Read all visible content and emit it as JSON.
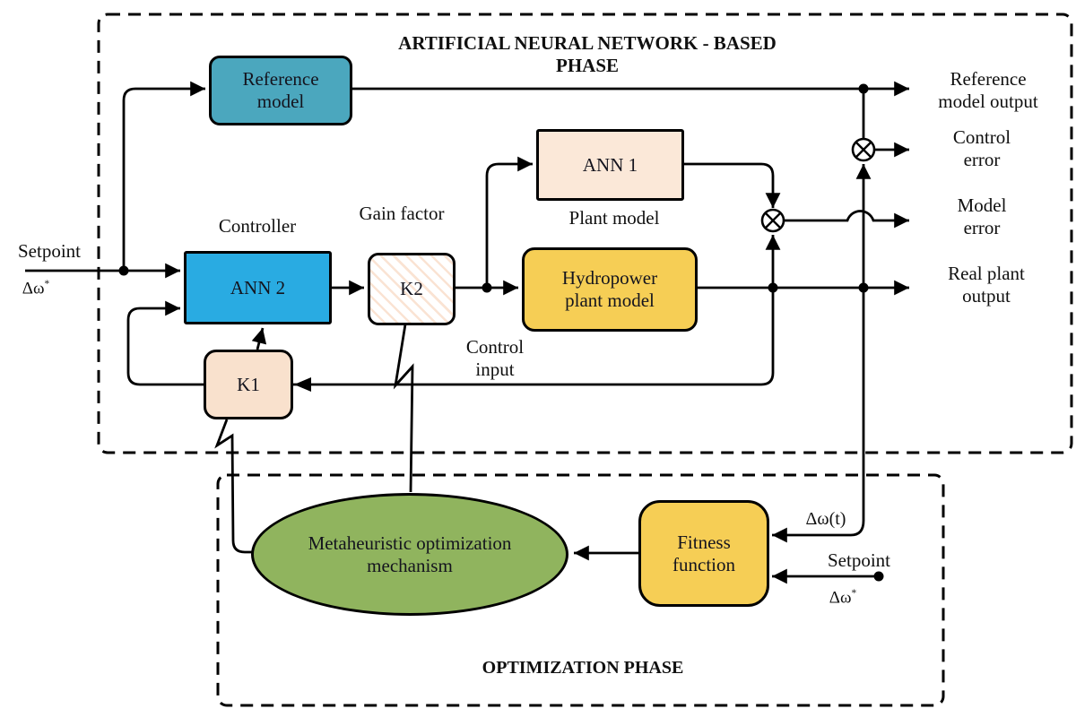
{
  "ann_phase": {
    "title_line1": "ARTIFICIAL NEURAL NETWORK - BASED",
    "title_line2": "PHASE",
    "blocks": {
      "reference_model": {
        "line1": "Reference",
        "line2": "model"
      },
      "ann2": {
        "label": "ANN 2",
        "caption": "Controller"
      },
      "k2": {
        "label": "K2",
        "caption": "Gain factor"
      },
      "ann1": {
        "label": "ANN 1",
        "caption": "Plant model"
      },
      "k1": {
        "label": "K1"
      },
      "hydropower": {
        "line1": "Hydropower",
        "line2": "plant model"
      }
    },
    "labels": {
      "control_input_line1": "Control",
      "control_input_line2": "input"
    },
    "outputs": {
      "reference_model_output": {
        "line1": "Reference",
        "line2": "model output"
      },
      "control_error": {
        "line1": "Control",
        "line2": "error"
      },
      "model_error": {
        "line1": "Model",
        "line2": "error"
      },
      "real_plant_output": {
        "line1": "Real plant",
        "line2": "output"
      }
    }
  },
  "inputs": {
    "setpoint_left": {
      "label": "Setpoint",
      "symbol": "Δω",
      "sup": "*"
    },
    "setpoint_right": {
      "label": "Setpoint",
      "symbol": "Δω",
      "sup": "*"
    },
    "plant_frequency": {
      "symbol": "Δω(t)"
    }
  },
  "optimization_phase": {
    "title": "OPTIMIZATION PHASE",
    "metaheuristic": {
      "line1": "Metaheuristic optimization",
      "line2": "mechanism"
    },
    "fitness": {
      "line1": "Fitness",
      "line2": "function"
    }
  },
  "icons": {
    "multiplier": "⊗",
    "junction": "●"
  },
  "colors": {
    "teal": "#4BA7BE",
    "cyan": "#29ABE2",
    "peachlight": "#FBE8D8",
    "peach": "#F9E1CD",
    "gold": "#F6CE55",
    "green": "#90B45E",
    "line": "#000000"
  }
}
